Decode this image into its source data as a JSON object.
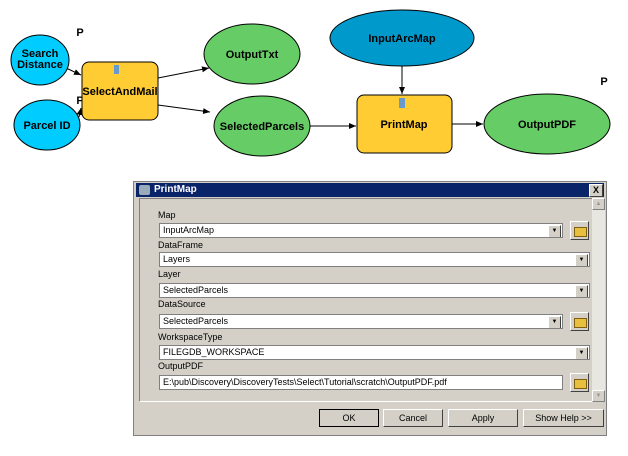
{
  "diagram": {
    "nodes": {
      "search_distance": [
        "Search",
        "Distance"
      ],
      "parcel_id": "Parcel ID",
      "select_and_mail": "SelectAndMail",
      "output_txt": "OutputTxt",
      "selected_parcels": "SelectedParcels",
      "input_arc_map": "InputArcMap",
      "print_map": "PrintMap",
      "output_pdf": "OutputPDF"
    },
    "param_marker": "P",
    "colors": {
      "input": "#00ccff",
      "input_dark": "#0099cc",
      "process": "#ffcc33",
      "output": "#66cc66"
    }
  },
  "dialog": {
    "title": "PrintMap",
    "close": "X",
    "fields": [
      {
        "label": "Map",
        "value": "InputArcMap"
      },
      {
        "label": "DataFrame",
        "value": "Layers"
      },
      {
        "label": "Layer",
        "value": "SelectedParcels"
      },
      {
        "label": "DataSource",
        "value": "SelectedParcels"
      },
      {
        "label": "WorkspaceType",
        "value": "FILEGDB_WORKSPACE"
      },
      {
        "label": "OutputPDF",
        "value": "E:\\pub\\Discovery\\DiscoveryTests\\Select\\Tutorial\\scratch\\OutputPDF.pdf"
      }
    ],
    "buttons": {
      "ok": "OK",
      "cancel": "Cancel",
      "apply": "Apply",
      "help": "Show Help >>"
    }
  }
}
